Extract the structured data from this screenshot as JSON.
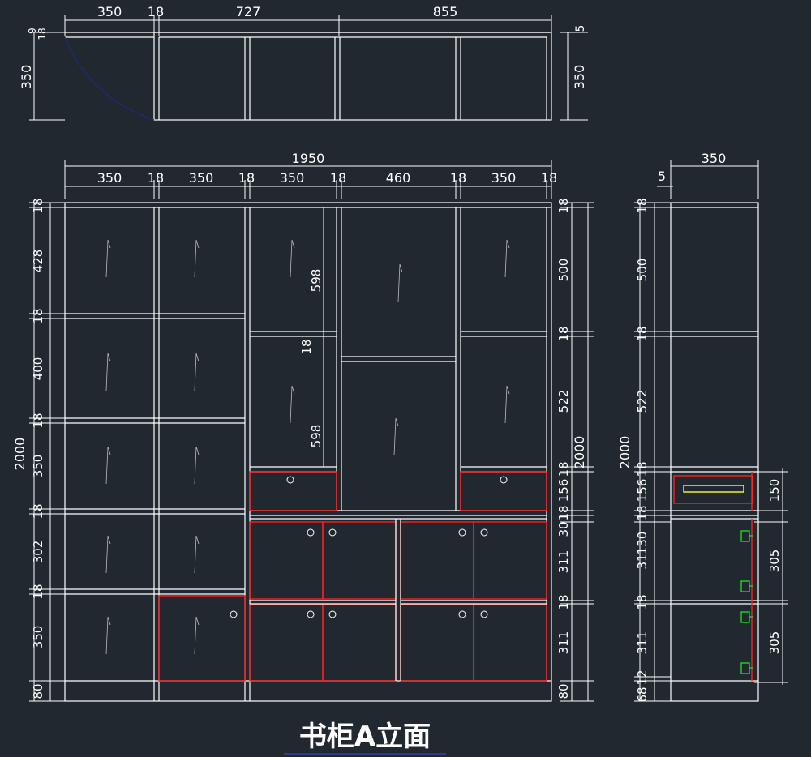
{
  "title": "书柜A立面",
  "colors": {
    "background": "#212830",
    "lines": "#ffffff",
    "highlight": "#ff2020",
    "fittings": "#22e022",
    "handle": "#ffff30"
  },
  "top_view": {
    "widths": [
      "350",
      "18",
      "727",
      "855"
    ],
    "right_small": "5",
    "left_small_a": "9",
    "left_small_b": "18",
    "depth": "350"
  },
  "front_view": {
    "overall_width": "1950",
    "widths": [
      "350",
      "18",
      "350",
      "18",
      "350",
      "18",
      "460",
      "18",
      "350",
      "18"
    ],
    "overall_height": "2000",
    "left_heights": [
      "18",
      "428",
      "18",
      "400",
      "18",
      "350",
      "18",
      "302",
      "18",
      "350",
      "80"
    ],
    "right_heights": [
      "18",
      "500",
      "18",
      "522",
      "18",
      "156",
      "18",
      "30",
      "311",
      "18",
      "311",
      "80"
    ],
    "inner_heights": [
      "598",
      "18",
      "598"
    ]
  },
  "side_view": {
    "depth": "350",
    "back": "5",
    "overall_height": "2000",
    "heights": [
      "18",
      "500",
      "18",
      "522",
      "18",
      "156",
      "18",
      "31",
      "130",
      "18",
      "311",
      "68",
      "12"
    ],
    "drawer_heights": [
      "150",
      "305",
      "305"
    ]
  }
}
